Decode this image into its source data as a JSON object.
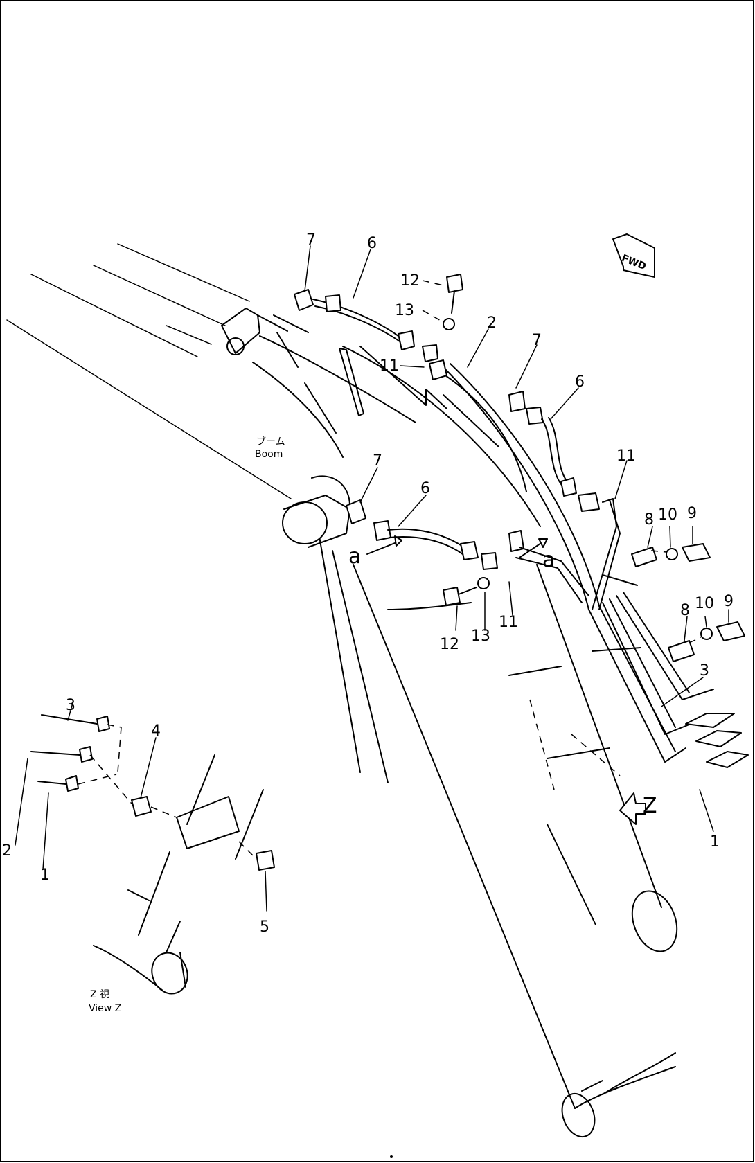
{
  "labels": {
    "p1": "1",
    "p2": "2",
    "p3": "3",
    "p4": "4",
    "p5": "5",
    "p6": "6",
    "p7": "7",
    "p8": "8",
    "p9": "9",
    "p10": "10",
    "p11": "11",
    "p12": "12",
    "p13": "13"
  },
  "markers": {
    "a": "a",
    "z": "Z"
  },
  "boom_label": {
    "jp": "ブーム",
    "en": "Boom"
  },
  "view_label": {
    "jp": "Z 視",
    "en": "View Z"
  },
  "fwd": "FWD"
}
